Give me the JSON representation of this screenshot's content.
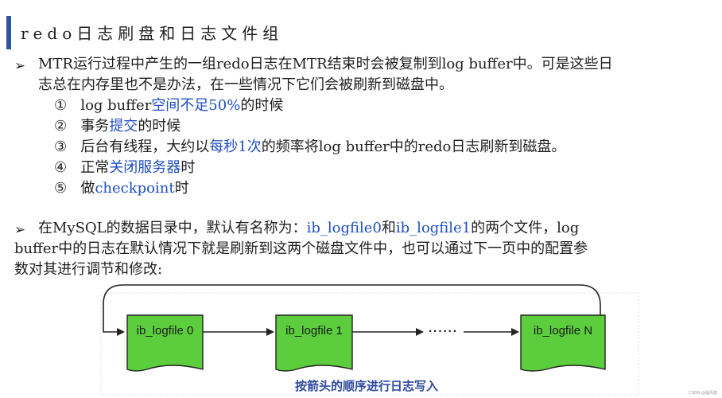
{
  "title": "redo日志刷盘和日志文件组",
  "bullet_mark": "➢",
  "bullet1": {
    "line1": "MTR运行过程中产生的一组redo日志在MTR结束时会被复制到log  buffer中。可是这些日",
    "line2": "志总在内存里也不是办法，在一些情况下它们会被刷新到磁盘中。"
  },
  "items": [
    {
      "num": "①",
      "pre": "log  buffer",
      "hl": "空间不足50%",
      "post": "的时候"
    },
    {
      "num": "②",
      "pre": "事务",
      "hl": "提交",
      "post": "的时候"
    },
    {
      "num": "③",
      "pre": "后台有线程，大约以",
      "hl": "每秒1次",
      "post": "的频率将log  buffer中的redo日志刷新到磁盘。"
    },
    {
      "num": "④",
      "pre": "正常",
      "hl": "关闭服务器",
      "post": "时"
    },
    {
      "num": "⑤",
      "pre": "做",
      "hl": "checkpoint",
      "post": "时"
    }
  ],
  "bullet2": {
    "pre": "在MySQL的数据目录中，默认有名称为：",
    "file0": "ib_logfile0",
    "and": "和",
    "file1": "ib_logfile1",
    "post": "的两个文件，log",
    "line2": "buffer中的日志在默认情况下就是刷新到这两个磁盘文件中，也可以通过下一页中的配置参",
    "line3": "数对其进行调节和修改:"
  },
  "diagram": {
    "files": [
      "ib_logfile 0",
      "ib_logfile 1",
      "ib_logfile N"
    ],
    "dots": "......",
    "caption": "按箭头的顺序进行日志写入",
    "colors": {
      "file_fill": "#5ccd3d",
      "file_stroke": "#222222",
      "caption": "#2f4a9e"
    }
  },
  "watermark": "CSDN @临风渡",
  "colors": {
    "accent": "#2f5597",
    "highlight": "#1f4fc2"
  }
}
